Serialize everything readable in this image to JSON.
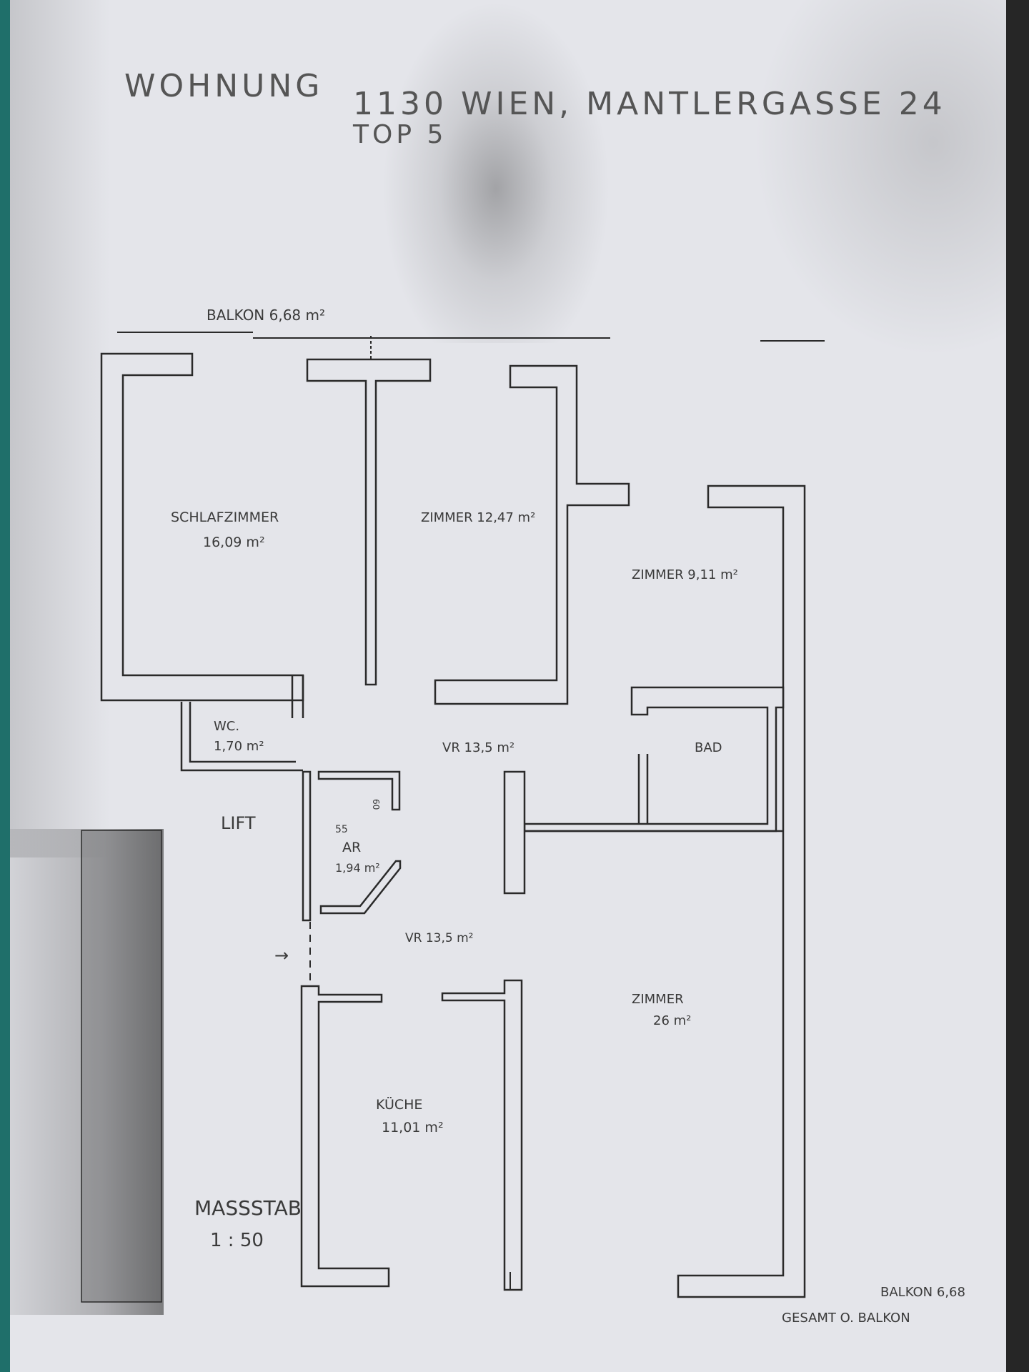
{
  "title": {
    "line1a": "WOHNUNG",
    "line1b": "1130 WIEN, MANTLERGASSE 24",
    "line2": "TOP 5"
  },
  "balcony_top": "BALKON 6,68 m²",
  "rooms": {
    "schlafzimmer_name": "SCHLAFZIMMER",
    "schlafzimmer_area": "16,09 m²",
    "zimmer1_label": "ZIMMER 12,47 m²",
    "zimmer2_label": "ZIMMER 9,11 m²",
    "wc_name": "WC.",
    "wc_area": "1,70 m²",
    "vr_upper": "VR 13,5 m²",
    "bad_name": "BAD",
    "lift": "LIFT",
    "ar_dim": "55",
    "ar_dim2": "60",
    "ar_name": "AR",
    "ar_area": "1,94 m²",
    "vr_lower": "VR 13,5 m²",
    "zimmer3_name": "ZIMMER",
    "zimmer3_area": "26 m²",
    "kueche_name": "KÜCHE",
    "kueche_area": "11,01 m²"
  },
  "scale": {
    "label": "MASSSTAB",
    "value": "1 : 50"
  },
  "footer": {
    "balkon": "BALKON 6,68",
    "gesamt": "GESAMT O. BALKON"
  },
  "entrance_arrow": "→",
  "colors": {
    "paper": "#e4e5ea",
    "ink": "#2a2a2a",
    "pencil": "#3a3a3a"
  }
}
